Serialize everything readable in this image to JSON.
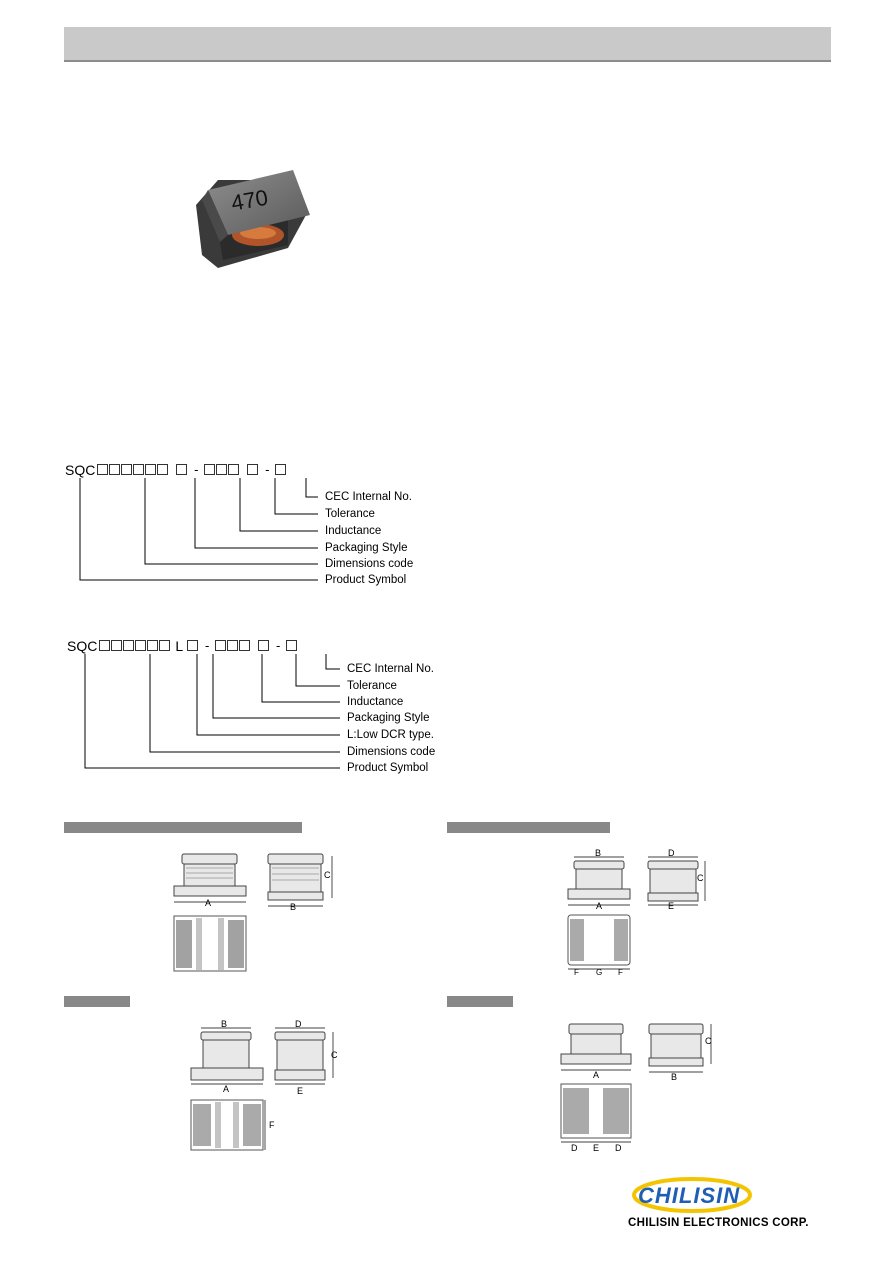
{
  "product": {
    "marking": "470"
  },
  "part_code_standard": {
    "prefix": "SQC",
    "separators": [
      "-",
      "-"
    ],
    "fields": [
      "CEC Internal No.",
      "Tolerance",
      "Inductance",
      "Packaging Style",
      "Dimensions code",
      "Product Symbol"
    ]
  },
  "part_code_low_dcr": {
    "prefix": "SQC",
    "suffix_letter": "L",
    "separators": [
      "-",
      "-"
    ],
    "fields": [
      "CEC Internal No.",
      "Tolerance",
      "Inductance",
      "Packaging Style",
      "L:Low DCR type.",
      "Dimensions code",
      "Product Symbol"
    ]
  },
  "dimension_drawings": {
    "top_left": {
      "labels": [
        "A",
        "B",
        "C"
      ]
    },
    "top_right": {
      "labels": [
        "B",
        "D",
        "C",
        "A",
        "E",
        "F",
        "G",
        "F"
      ]
    },
    "bottom_left": {
      "labels": [
        "B",
        "D",
        "C",
        "A",
        "E",
        "F"
      ]
    },
    "bottom_right": {
      "labels": [
        "C",
        "A",
        "B",
        "D",
        "E",
        "D"
      ]
    }
  },
  "company": {
    "logo_text": "CHILISIN",
    "name": "CHILISIN ELECTRONICS CORP."
  },
  "colors": {
    "header_bar": "#c9c9c9",
    "section_bar": "#888888",
    "logo_blue": "#1f5fb3",
    "logo_yellow": "#f2c500"
  }
}
